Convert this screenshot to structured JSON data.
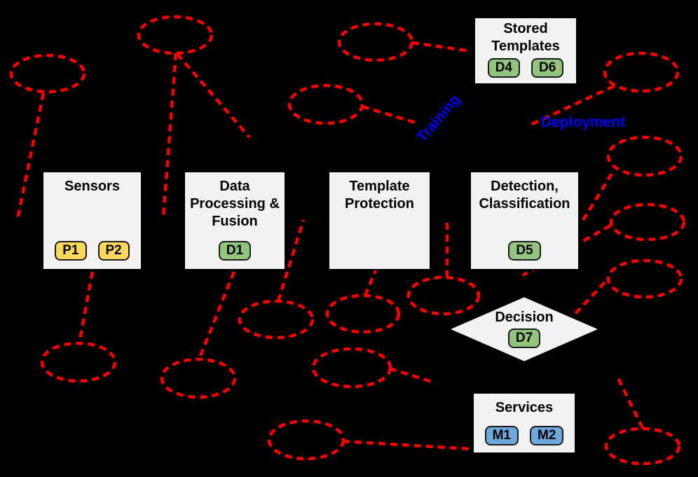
{
  "colors": {
    "attack_red": "#ff0000",
    "phase_blue": "#0000ff",
    "box_fill": "#f2f2f2",
    "box_border": "#000000",
    "badge_border": "#1a1a1a",
    "data_badge_green": "#93c47d",
    "sensor_badge_yellow": "#fbd75b",
    "service_badge_blue": "#6fa8dc",
    "background": "#000000",
    "title_text": "#000000"
  },
  "labels": {
    "training": "Training",
    "deployment": "Deployment"
  },
  "modules": {
    "sensors": {
      "title": "Sensors",
      "badges": [
        "P1",
        "P2"
      ]
    },
    "data_processing_fusion": {
      "title": "Data Processing & Fusion",
      "badges": [
        "D1"
      ]
    },
    "template_protection": {
      "title": "Template Protection",
      "badges": []
    },
    "detection_classification": {
      "title": "Detection, Classification",
      "badges": [
        "D5"
      ]
    },
    "stored_templates": {
      "title": "Stored Templates",
      "badges": [
        "D4",
        "D6"
      ]
    },
    "decision": {
      "title": "Decision",
      "badges": [
        "D7"
      ]
    },
    "services": {
      "title": "Services",
      "badges": [
        "M1",
        "M2"
      ]
    }
  }
}
